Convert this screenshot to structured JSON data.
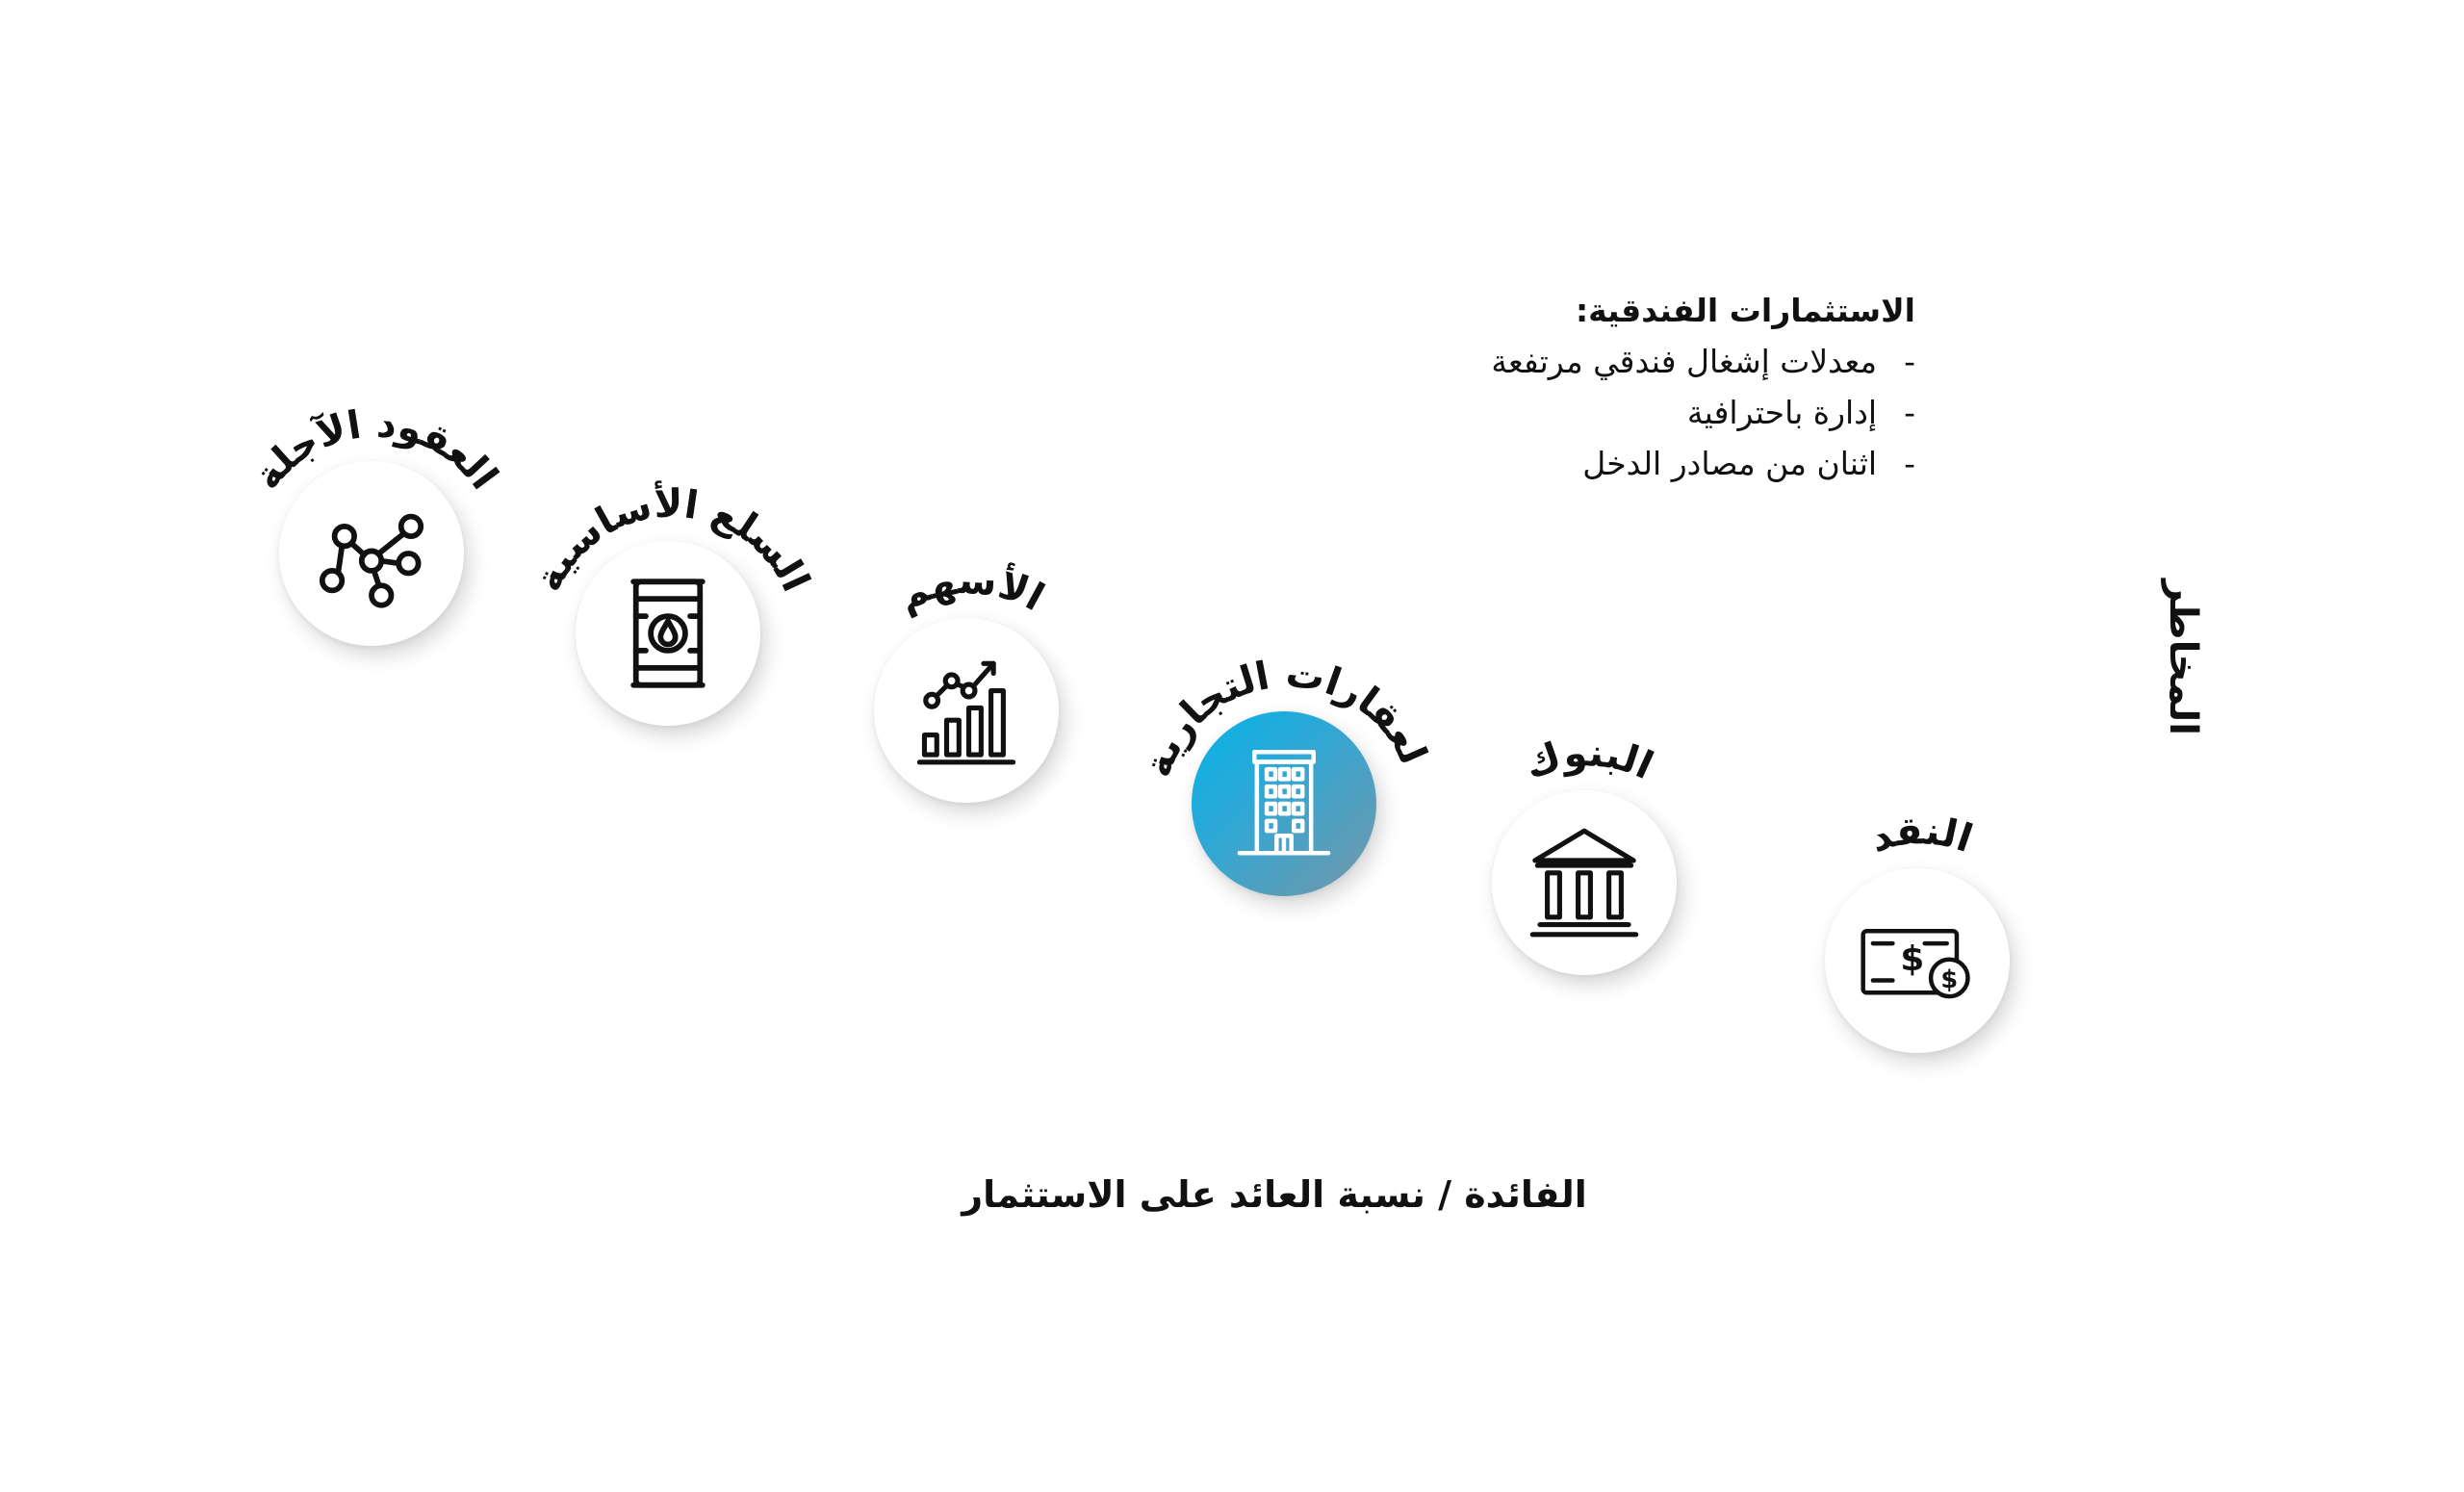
{
  "diagram": {
    "axis_y_label": "المخاطر",
    "axis_x_label": "الفائدة / نسبة العائد على الاستثمار",
    "info_box": {
      "title": "الاستثمارات الفندقية:",
      "bullets": [
        "معدلات إشغال فندقي مرتفعة",
        "إدارة باحترافية",
        "اثنان من مصادر الدخل"
      ],
      "bullet_marker": "-"
    },
    "items": [
      {
        "label": "العقود الآجلة",
        "icon": "network-nodes-icon"
      },
      {
        "label": "السلع الأساسية",
        "icon": "oil-barrel-icon"
      },
      {
        "label": "الأسهم",
        "icon": "growth-chart-icon"
      },
      {
        "label": "العقارات التجارية",
        "icon": "building-icon",
        "highlighted": true
      },
      {
        "label": "البنوك",
        "icon": "bank-icon"
      },
      {
        "label": "النقد",
        "icon": "cash-icon"
      }
    ],
    "colors": {
      "highlight_gradient_start": "#04b4e6",
      "highlight_gradient_end": "#7697a8",
      "icon_stroke": "#111111",
      "icon_stroke_highlight": "#ffffff"
    }
  }
}
